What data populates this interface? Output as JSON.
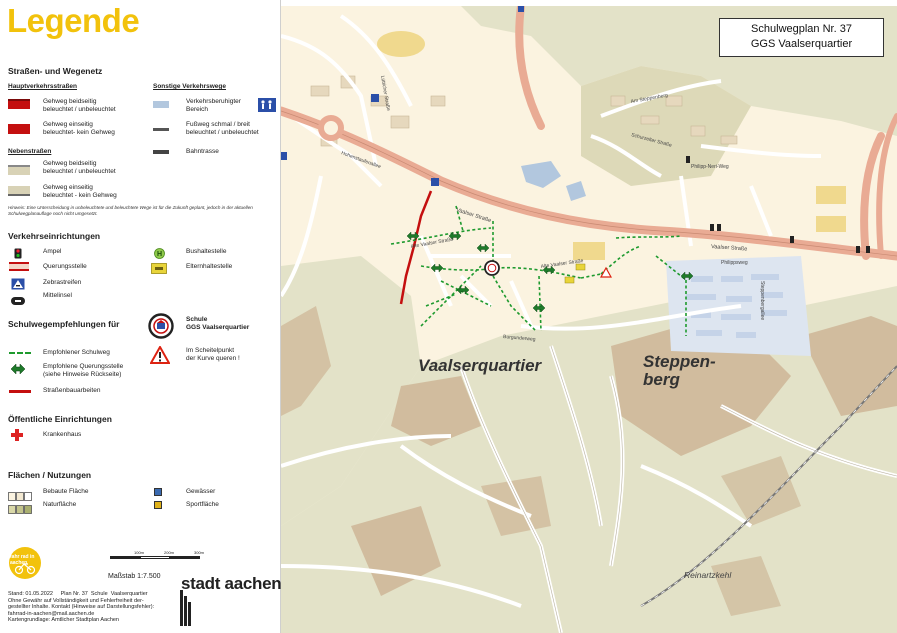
{
  "legend": {
    "title": "Legende",
    "road_network": "Straßen- und Wegenetz",
    "main_roads": "Hauptverkehrsstraßen",
    "main_both": "Gehweg beidseitig\nbeleuchtet / unbeleuchtet",
    "main_one": "Gehweg einseitig\nbeleuchtet- kein Gehweg",
    "side_roads": "Nebenstraßen",
    "side_both": "Gehweg beidseitig\nbeleuchtet / unbeleuchtet",
    "side_one": "Gehweg einseitig\nbeleuchtet - kein Gehweg",
    "other_ways": "Sonstige Verkehrswege",
    "calm_area": "Verkehrsberuhigter\nBereich",
    "footpath": "Fußweg schmal / breit\nbeleuchtet / unbeleuchtet",
    "tram": "Bahntrasse",
    "hint": "Hinweis: Eine Unterscheidung in unbeleuchtete und beleuchtete Wege ist für die Zukunft geplant, jedoch in der aktuellen Schulwegplanauflage noch nicht umgesetzt.",
    "traffic_devices": "Verkehrseinrichtungen",
    "traffic_light": "Ampel",
    "crossing": "Querungsstelle",
    "zebra": "Zebrastreifen",
    "island": "Mittelinsel",
    "bus_stop": "Bushaltestelle",
    "parent_stop": "Elternhaltestelle",
    "recommendations": "Schulwegempfehlungen für",
    "school_label": "Schule\nGGS Vaalserquartier",
    "recommended_way": "Empfohlener Schulweg",
    "recommended_crossing": "Empfohlene Querungsstelle\n(siehe Hinweise Rückseite)",
    "roadworks": "Straßenbauarbeiten",
    "curve_warning": "Im Scheitelpunkt\nder Kurve queren !",
    "public_facilities": "Öffentliche Einrichtungen",
    "hospital": "Krankenhaus",
    "landuse": "Flächen / Nutzungen",
    "built_area": "Bebaute Fläche",
    "nature_area": "Naturfläche",
    "water": "Gewässer",
    "sports": "Sportfläche",
    "scale_marks": [
      "100m",
      "200m",
      "300m"
    ],
    "scale": "Maßstab 1:7.500",
    "badge": "fahr rad in aachen",
    "brand": "stadt aachen",
    "footer": "Stand: 01.05.2022     Plan Nr. 37  Schule  Vaalserquartier\nOhne Gewähr auf Vollständigkeit und Fehlerfreiheit der-\ngestellter Inhalte. Kontakt (Hinweise auf Darstellungsfehler):\nfahrrad-in-aachen@mail.aachen.de\nKartengrundlage: Amtlicher Stadtplan Aachen"
  },
  "map": {
    "plan_title": "Schulwegplan Nr. 37",
    "plan_subtitle": "GGS Vaalserquartier",
    "districts": [
      "Vaalserquartier",
      "Steppen-",
      "berg",
      "Reinartzkehl"
    ],
    "streets": [
      "Vaalser Straße",
      "Vaalser Straße",
      "Hohenstaufenallee",
      "Am Steppenberg",
      "Schurzelter Straße",
      "Philipp-Neri-Weg",
      "Lütticher Straße",
      "Burgunderweg",
      "Alte Vaalser Straße",
      "Steppenbergallee",
      "Alte Vaalser Straße",
      "Philippsweg"
    ]
  },
  "colors": {
    "accent_yellow": "#f2c20c",
    "main_road": "#e9ab94",
    "main_road_red": "#c40f0f",
    "route_green": "#1e9a2e",
    "nature": "#e3e2c8",
    "builtup": "#fbf3e0",
    "buildings": "#c9ad8c",
    "residential": "#c5d3e8",
    "water": "#b2c7de",
    "sports": "#f0d98e"
  },
  "icons": [
    "traffic-light-icon",
    "crossing-icon",
    "zebra-icon",
    "island-icon",
    "bus-stop-icon",
    "parent-stop-icon",
    "school-icon",
    "crossing-arrows-icon",
    "warning-triangle-icon",
    "hospital-cross-icon",
    "calm-area-icon"
  ]
}
